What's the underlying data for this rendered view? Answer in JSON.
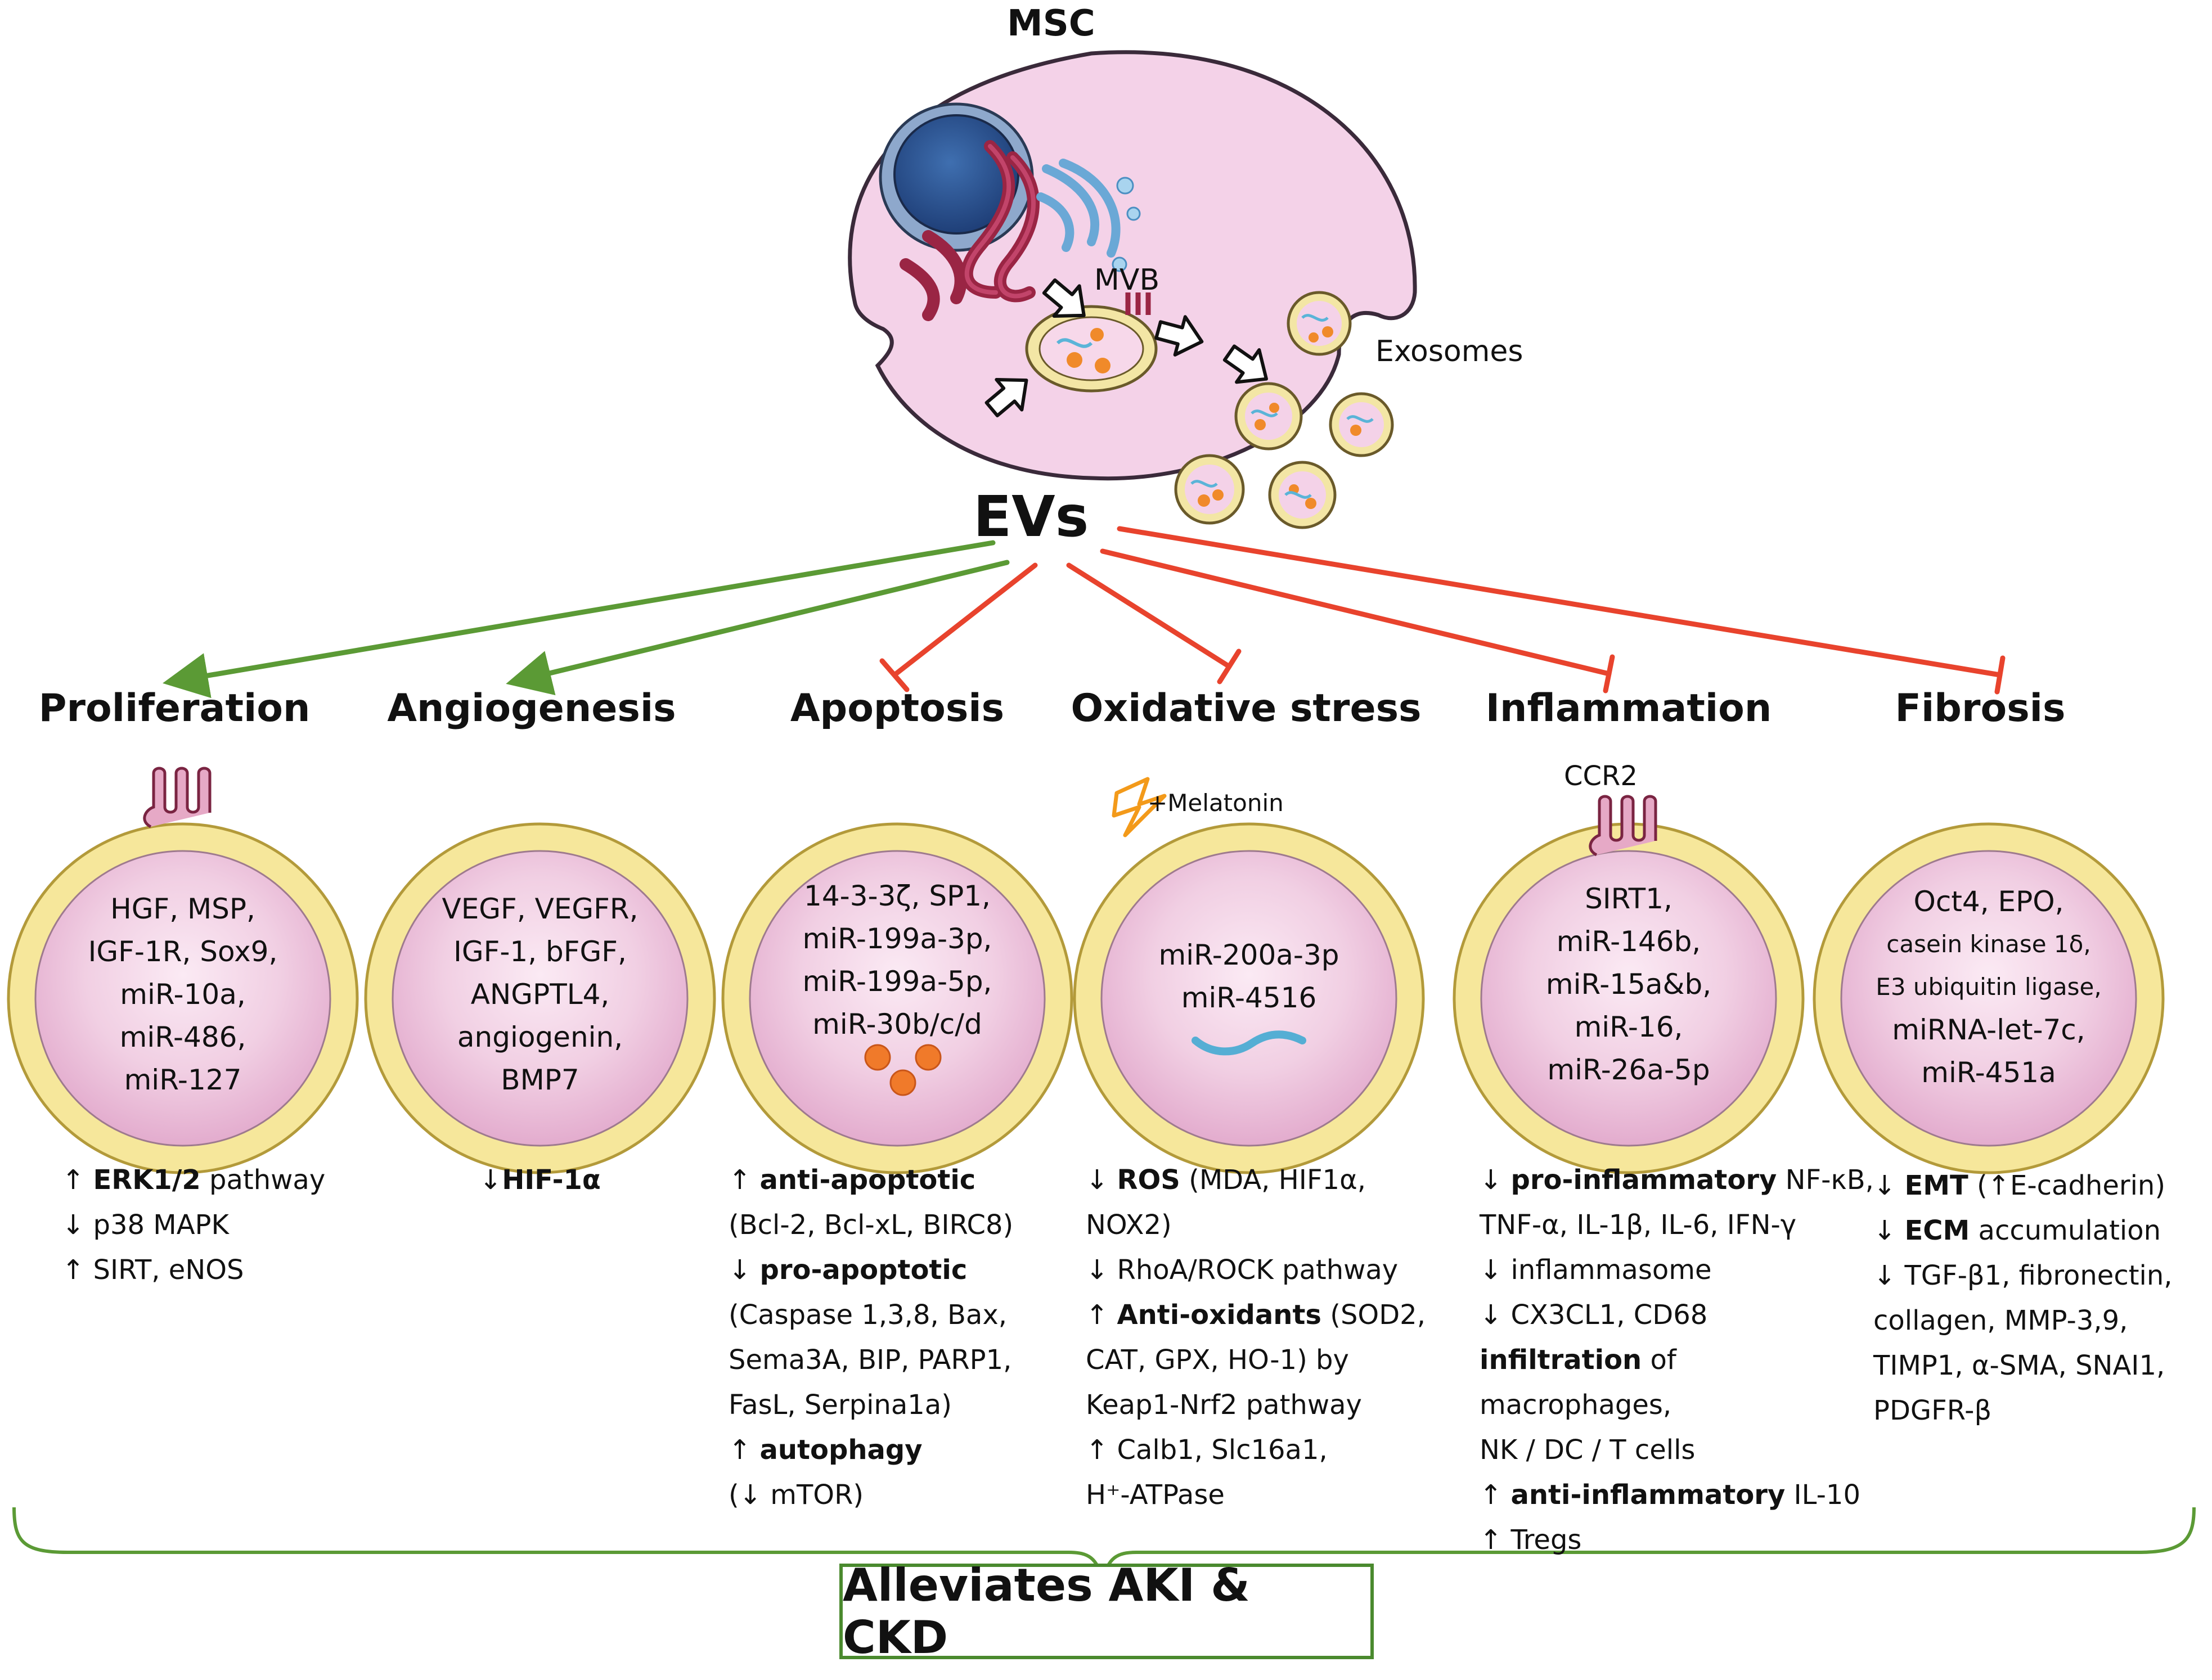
{
  "top": {
    "cell_label": "MSC",
    "mvb_label": "MVB",
    "exosomes_label": "Exosomes",
    "evs_label": "EVs"
  },
  "colors": {
    "promote_arrow": "#5b9a35",
    "inhibit_arrow": "#e8432d",
    "vesicle_membrane": "#f5e69a",
    "vesicle_lumen": "#eec3df",
    "box_border": "#4a8a2e"
  },
  "categories": [
    {
      "heading": "Proliferation",
      "effect": "promote",
      "receptor": "",
      "contents": [
        "HGF, MSP,",
        "IGF-1R, Sox9,",
        "miR-10a,",
        "miR-486,",
        "miR-127"
      ],
      "effects": [
        {
          "pre": "↑ ",
          "bold": "ERK1/2",
          "post": " pathway"
        },
        {
          "pre": "↓ p38 MAPK",
          "bold": "",
          "post": ""
        },
        {
          "pre": "↑ SIRT, eNOS",
          "bold": "",
          "post": ""
        }
      ]
    },
    {
      "heading": "Angiogenesis",
      "effect": "promote",
      "receptor": "",
      "contents": [
        "VEGF, VEGFR,",
        "IGF-1, bFGF,",
        "ANGPTL4,",
        "angiogenin,",
        "BMP7"
      ],
      "effects": [
        {
          "pre": "↓",
          "bold": "HIF-1α",
          "post": ""
        }
      ]
    },
    {
      "heading": "Apoptosis",
      "effect": "inhibit",
      "receptor": "",
      "contents": [
        "14-3-3ζ, SP1,",
        "miR-199a-3p,",
        "miR-199a-5p,",
        "miR-30b/c/d"
      ],
      "effects": [
        {
          "pre": "↑ ",
          "bold": "anti-apoptotic",
          "post": ""
        },
        {
          "pre": "(Bcl-2, Bcl-xL, BIRC8)",
          "bold": "",
          "post": ""
        },
        {
          "pre": "↓ ",
          "bold": "pro-apoptotic",
          "post": ""
        },
        {
          "pre": "(Caspase 1,3,8, Bax,",
          "bold": "",
          "post": ""
        },
        {
          "pre": "Sema3A, BIP, PARP1,",
          "bold": "",
          "post": ""
        },
        {
          "pre": "FasL, Serpina1a)",
          "bold": "",
          "post": ""
        },
        {
          "pre": "↑ ",
          "bold": "autophagy",
          "post": ""
        },
        {
          "pre": "(↓ mTOR)",
          "bold": "",
          "post": ""
        }
      ]
    },
    {
      "heading": "Oxidative stress",
      "effect": "inhibit",
      "receptor": "+Melatonin",
      "contents": [
        "miR-200a-3p",
        "miR-4516"
      ],
      "effects": [
        {
          "pre": "↓ ",
          "bold": "ROS",
          "post": " (MDA, HIF1α,"
        },
        {
          "pre": "NOX2)",
          "bold": "",
          "post": ""
        },
        {
          "pre": "↓ RhoA/ROCK pathway",
          "bold": "",
          "post": ""
        },
        {
          "pre": "↑ ",
          "bold": "Anti-oxidants",
          "post": " (SOD2,"
        },
        {
          "pre": "CAT, GPX, HO-1) by",
          "bold": "",
          "post": ""
        },
        {
          "pre": "Keap1-Nrf2 pathway",
          "bold": "",
          "post": ""
        },
        {
          "pre": "↑ Calb1, Slc16a1,",
          "bold": "",
          "post": ""
        },
        {
          "pre": "H⁺-ATPase",
          "bold": "",
          "post": ""
        }
      ]
    },
    {
      "heading": "Inflammation",
      "effect": "inhibit",
      "receptor": "CCR2",
      "contents": [
        "SIRT1,",
        "miR-146b,",
        "miR-15a&b,",
        "miR-16,",
        "miR-26a-5p"
      ],
      "effects": [
        {
          "pre": "↓ ",
          "bold": "pro-inflammatory",
          "post": " NF-κB,"
        },
        {
          "pre": "TNF-α, IL-1β, IL-6, IFN-γ",
          "bold": "",
          "post": ""
        },
        {
          "pre": "↓ inflammasome",
          "bold": "",
          "post": ""
        },
        {
          "pre": "↓ CX3CL1, CD68",
          "bold": "",
          "post": ""
        },
        {
          "pre": "",
          "bold": "infiltration",
          "post": " of"
        },
        {
          "pre": "macrophages,",
          "bold": "",
          "post": ""
        },
        {
          "pre": "NK / DC / T cells",
          "bold": "",
          "post": ""
        },
        {
          "pre": "↑ ",
          "bold": "anti-inflammatory",
          "post": " IL-10"
        },
        {
          "pre": "↑ Tregs",
          "bold": "",
          "post": ""
        }
      ]
    },
    {
      "heading": "Fibrosis",
      "effect": "inhibit",
      "receptor": "",
      "contents": [
        "Oct4, EPO,",
        "casein kinase 1δ,",
        "E3 ubiquitin ligase,",
        "miRNA-let-7c,",
        "miR-451a"
      ],
      "effects": [
        {
          "pre": "↓ ",
          "bold": "EMT",
          "post": " (↑E-cadherin)"
        },
        {
          "pre": "↓ ",
          "bold": "ECM",
          "post": " accumulation"
        },
        {
          "pre": "↓ TGF-β1, fibronectin,",
          "bold": "",
          "post": ""
        },
        {
          "pre": "collagen, MMP-3,9,",
          "bold": "",
          "post": ""
        },
        {
          "pre": "TIMP1, α-SMA, SNAI1,",
          "bold": "",
          "post": ""
        },
        {
          "pre": "PDGFR-β",
          "bold": "",
          "post": ""
        }
      ]
    }
  ],
  "conclusion": "Alleviates AKI & CKD"
}
